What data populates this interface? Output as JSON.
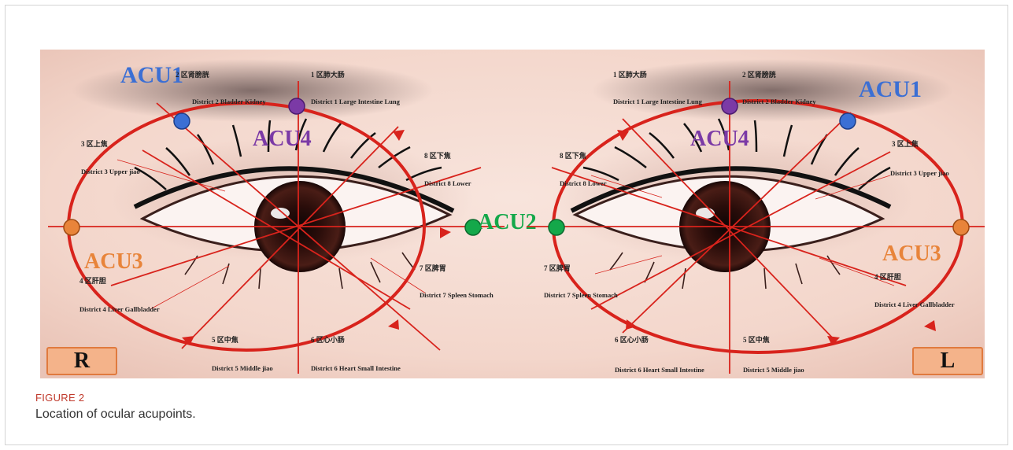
{
  "figure": {
    "label": "FIGURE 2",
    "caption": "Location of ocular acupoints."
  },
  "colors": {
    "acu1": "#3b6fd4",
    "acu2": "#14a84a",
    "acu3": "#e8843a",
    "acu4": "#7b3aa6",
    "ring": "#d8231c"
  },
  "right_eye": {
    "side": "R",
    "acu1": "ACU1",
    "acu2": "ACU2",
    "acu3": "ACU3",
    "acu4": "ACU4",
    "d1_cn": "1 区肺大肠",
    "d1_en": "District 1 Large Intestine Lung",
    "d2_cn": "2 区肾膀胱",
    "d2_en": "District 2 Bladder Kidney",
    "d3_cn": "3 区上焦",
    "d3_en": "District 3 Upper jiao",
    "d4_cn": "4 区肝胆",
    "d4_en": "District 4 Liver Gallbladder",
    "d5_cn": "5 区中焦",
    "d5_en": "District 5 Middle jiao",
    "d6_cn": "6 区心小肠",
    "d6_en": "District 6 Heart Small Intestine",
    "d7_cn": "7 区脾胃",
    "d7_en": "District 7 Spleen Stomach",
    "d8_cn": "8 区下焦",
    "d8_en": "District  8  Lower"
  },
  "left_eye": {
    "side": "L",
    "acu1": "ACU1",
    "acu3": "ACU3",
    "acu4": "ACU4",
    "d1_cn": "1 区肺大肠",
    "d1_en": "District 1 Large Intestine Lung",
    "d2_cn": "2 区肾膀胱",
    "d2_en": "District 2 Bladder Kidney",
    "d3_cn": "3 区上焦",
    "d3_en": "District 3 Upper jiao",
    "d4_cn": "4 区肝胆",
    "d4_en": "District 4 Liver Gallbladder",
    "d5_cn": "5 区中焦",
    "d5_en": "District 5 Middle jiao",
    "d6_cn": "6 区心小肠",
    "d6_en": "District 6 Heart Small Intestine",
    "d7_cn": "7 区脾胃",
    "d7_en": "District 7 Spleen Stomach",
    "d8_cn": "8 区下焦",
    "d8_en": "District  8  Lower"
  }
}
